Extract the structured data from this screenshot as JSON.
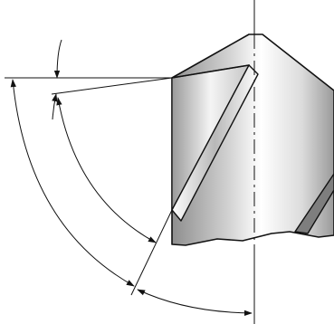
{
  "diagram": {
    "subject": "drill-tip-with-angle-dimensions",
    "text_labels": [],
    "colors": {
      "line": "#111111",
      "background": "#ffffff",
      "metal_dark": "#8a8a8a",
      "metal_light": "#ffffff"
    },
    "parts": [
      "drill-body",
      "cutting-lip",
      "helical-flute-upper",
      "helical-flute-lower",
      "drill-centerline",
      "lip-relief-angle-dimension",
      "helix-angle-dimension",
      "point-angle-dimension"
    ]
  }
}
